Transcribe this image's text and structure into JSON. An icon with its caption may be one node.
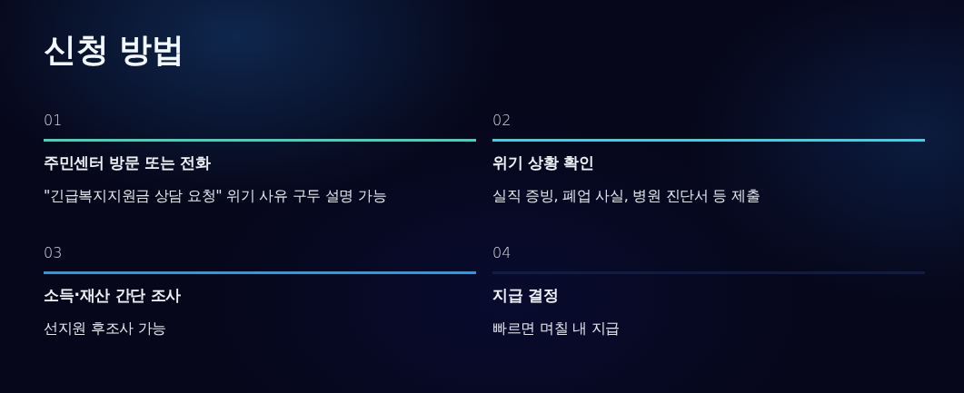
{
  "diagram": {
    "title": "신청 방법",
    "nodes": [
      {
        "text": [
          "01",
          "주민센터 방문 또는 전화",
          "\"긴급복지지원금 상담 요청\" 위기 사유 구두 설명 가능"
        ]
      },
      {
        "text": [
          "02",
          "위기 상황 확인",
          "실직 증빙, 폐업 사실, 병원 진단서 등 제출"
        ]
      },
      {
        "text": [
          "03",
          "소득·재산 간단 조사",
          "선지원 후조사 가능"
        ]
      },
      {
        "text": [
          "04",
          "지급 결정",
          "빠르면 며칠 내 지급"
        ]
      }
    ]
  }
}
